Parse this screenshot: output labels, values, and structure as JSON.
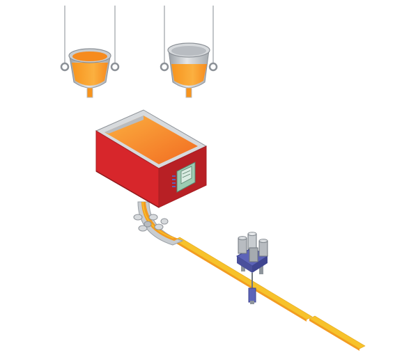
{
  "scene": {
    "kind": "steel continuous casting process illustration",
    "colors": {
      "background": "#ffffff",
      "cable": "#a9adb2",
      "shell_light": "#d7dadd",
      "shell_mid": "#b8bcc1",
      "shell_dark": "#8c9197",
      "molten_light": "#fbb040",
      "molten_mid": "#f68b1f",
      "molten_dark": "#e0611a",
      "tundish_red": "#d7262b",
      "tundish_red_dark": "#a81e22",
      "panel_green": "#9ccbb2",
      "slab_yellow": "#f7c22b",
      "slab_orange": "#f39b21",
      "machine_grey": "#8e959c",
      "machine_blue": "#5c63b8"
    },
    "components": [
      "ladle-left",
      "ladle-right",
      "tundish",
      "control-panel",
      "strand-guide-rolls",
      "steel-slab",
      "cutting-torch-machine"
    ]
  }
}
